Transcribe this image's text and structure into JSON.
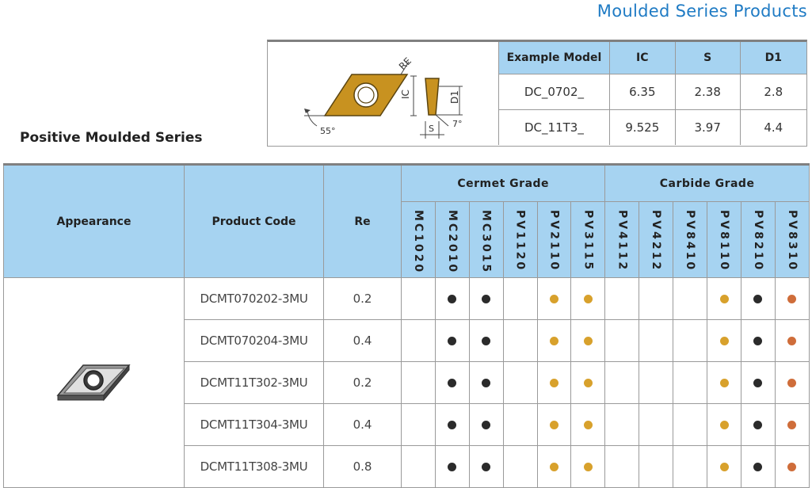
{
  "page_title": "Moulded Series Products",
  "series_title": "Positive Moulded Series",
  "diagram": {
    "re_label": "RE",
    "ic_label": "IC",
    "d1_label": "D1",
    "s_label": "S",
    "angle_55": "55°",
    "angle_7": "7°"
  },
  "example_table": {
    "headers": [
      "Example Model",
      "IC",
      "S",
      "D1"
    ],
    "rows": [
      [
        "DC_0702_",
        "6.35",
        "2.38",
        "2.8"
      ],
      [
        "DC_11T3_",
        "9.525",
        "3.97",
        "4.4"
      ]
    ]
  },
  "main_table": {
    "headers": {
      "appearance": "Appearance",
      "product_code": "Product Code",
      "re": "Re",
      "cermet_group": "Cermet Grade",
      "carbide_group": "Carbide Grade"
    },
    "cermet_grades": [
      "MC1020",
      "MC2010",
      "MC3015",
      "PV1120",
      "PV2110",
      "PV3115"
    ],
    "carbide_grades": [
      "PV4112",
      "PV4212",
      "PV8410",
      "PV8110",
      "PV8210",
      "PV8310"
    ],
    "dot_colors": {
      "black": "#2b2b2b",
      "gold": "#d8a12c",
      "orange": "#cf6d3a"
    },
    "rows": [
      {
        "code": "DCMT070202-3MU",
        "re": "0.2",
        "grades": [
          "",
          "black",
          "black",
          "",
          "gold",
          "gold",
          "",
          "",
          "",
          "gold",
          "black",
          "orange"
        ]
      },
      {
        "code": "DCMT070204-3MU",
        "re": "0.4",
        "grades": [
          "",
          "black",
          "black",
          "",
          "gold",
          "gold",
          "",
          "",
          "",
          "gold",
          "black",
          "orange"
        ]
      },
      {
        "code": "DCMT11T302-3MU",
        "re": "0.2",
        "grades": [
          "",
          "black",
          "black",
          "",
          "gold",
          "gold",
          "",
          "",
          "",
          "gold",
          "black",
          "orange"
        ]
      },
      {
        "code": "DCMT11T304-3MU",
        "re": "0.4",
        "grades": [
          "",
          "black",
          "black",
          "",
          "gold",
          "gold",
          "",
          "",
          "",
          "gold",
          "black",
          "orange"
        ]
      },
      {
        "code": "DCMT11T308-3MU",
        "re": "0.8",
        "grades": [
          "",
          "black",
          "black",
          "",
          "gold",
          "gold",
          "",
          "",
          "",
          "gold",
          "black",
          "orange"
        ]
      }
    ]
  }
}
